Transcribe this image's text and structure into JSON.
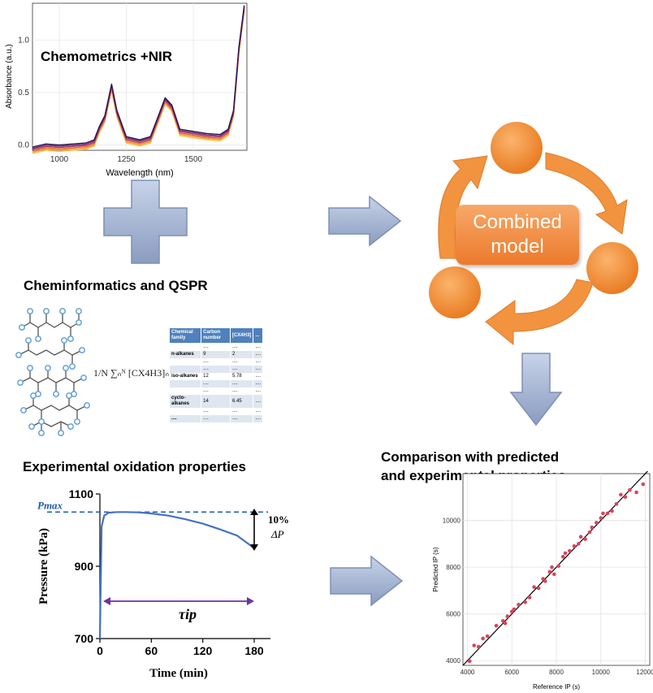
{
  "headings": {
    "nir": "Chemometrics +NIR",
    "qspr": "Cheminformatics and QSPR",
    "oxidation": "Experimental oxidation properties",
    "comparison_line1": "Comparison with predicted",
    "comparison_line2": "and experimental properties"
  },
  "combined_model": {
    "line1": "Combined",
    "line2": "model"
  },
  "qspr_formula": "1/N ∑ₙᴺ [CX4H3]ₙ",
  "qspr_table": {
    "headers": [
      "Chemical family",
      "Carbon number",
      "[CX4H3]",
      "..."
    ],
    "rows": [
      [
        "",
        "....",
        "....",
        "...."
      ],
      [
        "n-alkanes",
        "9",
        "2",
        "...."
      ],
      [
        "",
        "....",
        "....",
        "...."
      ],
      [
        "",
        "....",
        "....",
        "...."
      ],
      [
        "iso-alkanes",
        "12",
        "5.78",
        "...."
      ],
      [
        "",
        "....",
        "....",
        "...."
      ],
      [
        "",
        "....",
        "....",
        "...."
      ],
      [
        "cyclo-alkanes",
        "14",
        "6.45",
        "...."
      ],
      [
        "",
        "....",
        "....",
        "...."
      ],
      [
        "....",
        "....",
        "....",
        "...."
      ]
    ]
  },
  "chart_data": [
    {
      "type": "line",
      "xlabel": "Wavelength (nm)",
      "ylabel": "Absorbance (a.u.)",
      "xlim": [
        900,
        1700
      ],
      "ylim": [
        -0.05,
        1.35
      ],
      "xticks": [
        "1000",
        "1250",
        "1500"
      ],
      "yticks": [
        "0.0",
        "0.5",
        "1.0"
      ],
      "grid": true,
      "x": [
        900,
        950,
        1000,
        1050,
        1100,
        1130,
        1150,
        1170,
        1195,
        1215,
        1250,
        1300,
        1340,
        1370,
        1395,
        1420,
        1450,
        1500,
        1550,
        1600,
        1630,
        1650,
        1670,
        1690
      ],
      "series": [
        {
          "values": [
            -0.05,
            -0.02,
            -0.03,
            -0.02,
            -0.01,
            0.02,
            0.15,
            0.25,
            0.55,
            0.3,
            0.05,
            0.02,
            0.05,
            0.25,
            0.42,
            0.35,
            0.12,
            0.1,
            0.08,
            0.07,
            0.12,
            0.3,
            0.9,
            1.3
          ]
        }
      ]
    },
    {
      "type": "line",
      "xlabel": "Time (min)",
      "ylabel": "Pressure (kPa)",
      "xlim": [
        0,
        200
      ],
      "ylim": [
        700,
        1100
      ],
      "xticks": [
        "0",
        "60",
        "120",
        "180"
      ],
      "yticks": [
        "700",
        "900",
        "1100"
      ],
      "x": [
        0,
        2,
        5,
        10,
        20,
        30,
        45,
        60,
        80,
        100,
        120,
        140,
        160,
        180
      ],
      "series": [
        {
          "values": [
            700,
            1010,
            1040,
            1048,
            1050,
            1050,
            1049,
            1046,
            1040,
            1030,
            1018,
            1002,
            985,
            950
          ]
        }
      ],
      "annotations": {
        "pmax_label": "Pmax",
        "pmax_value": 1050,
        "delta_p_pct": "10%",
        "delta_p_symbol": "ΔP",
        "tau_label": "τip"
      }
    },
    {
      "type": "scatter",
      "xlabel": "Reference IP (s)",
      "ylabel": "Predicted IP (s)",
      "xlim": [
        3800,
        12200
      ],
      "ylim": [
        3800,
        12000
      ],
      "xticks": [
        "4000",
        "6000",
        "8000",
        "10000",
        "12000"
      ],
      "yticks": [
        "4000",
        "6000",
        "8000",
        "10000"
      ],
      "grid": true,
      "fit_line": [
        [
          3800,
          3800
        ],
        [
          12200,
          12200
        ]
      ],
      "points": [
        [
          4100,
          3980
        ],
        [
          4300,
          4650
        ],
        [
          4500,
          4600
        ],
        [
          4700,
          4950
        ],
        [
          4900,
          5050
        ],
        [
          5300,
          5500
        ],
        [
          5600,
          5700
        ],
        [
          5700,
          5600
        ],
        [
          5800,
          5900
        ],
        [
          6000,
          6100
        ],
        [
          6100,
          6200
        ],
        [
          6300,
          6400
        ],
        [
          6600,
          6500
        ],
        [
          6800,
          6700
        ],
        [
          7000,
          7150
        ],
        [
          7200,
          7100
        ],
        [
          7400,
          7500
        ],
        [
          7500,
          7400
        ],
        [
          7700,
          7800
        ],
        [
          7800,
          8000
        ],
        [
          7900,
          7700
        ],
        [
          8100,
          8050
        ],
        [
          8300,
          8450
        ],
        [
          8400,
          8600
        ],
        [
          8600,
          8700
        ],
        [
          8800,
          8900
        ],
        [
          9000,
          9000
        ],
        [
          9100,
          9300
        ],
        [
          9300,
          9200
        ],
        [
          9500,
          9500
        ],
        [
          9600,
          9700
        ],
        [
          9800,
          9900
        ],
        [
          10000,
          10100
        ],
        [
          10100,
          10300
        ],
        [
          10300,
          10300
        ],
        [
          10500,
          10400
        ],
        [
          10700,
          10700
        ],
        [
          10900,
          11100
        ],
        [
          11100,
          11000
        ],
        [
          11300,
          11300
        ],
        [
          11600,
          11200
        ],
        [
          11900,
          11550
        ]
      ]
    }
  ]
}
